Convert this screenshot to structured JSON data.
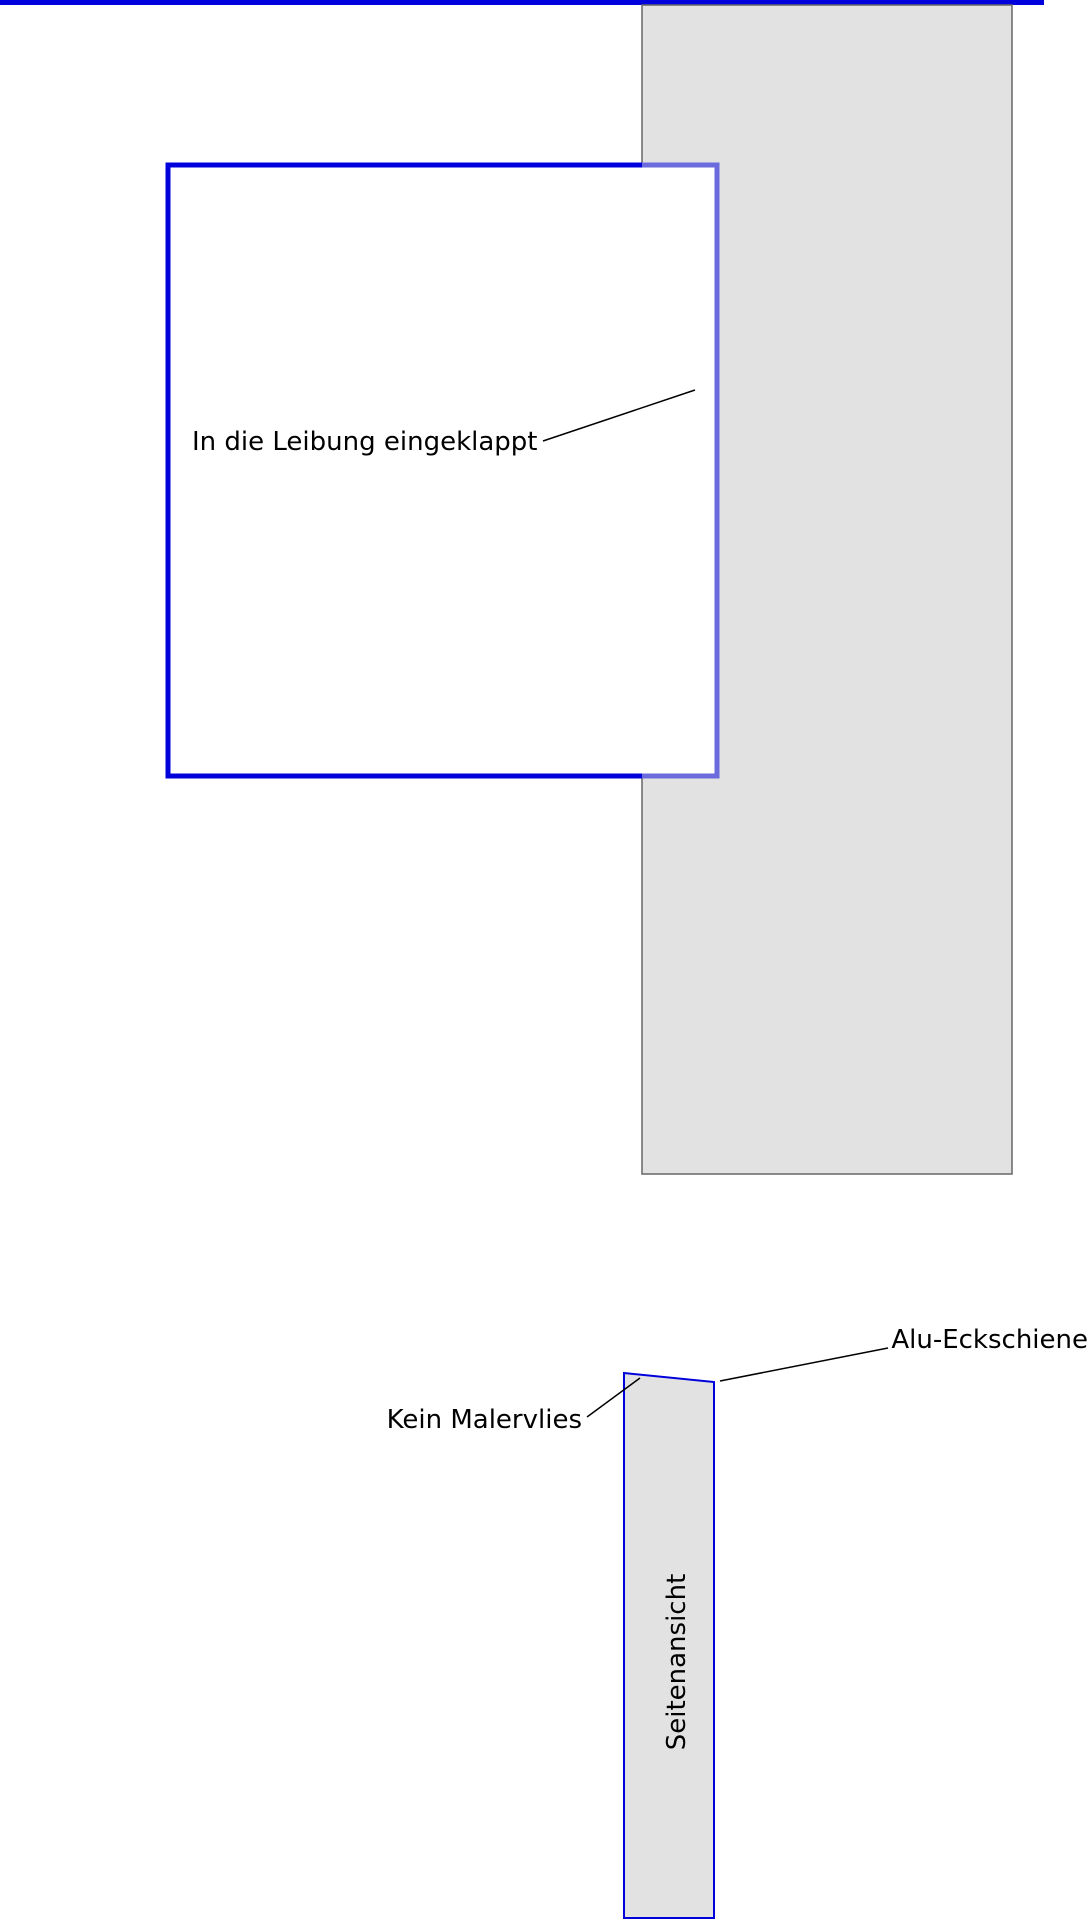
{
  "labels": {
    "folded_in_reveal": "In die Leibung eingeklappt",
    "no_painter_fleece": "Kein Malervlies",
    "alu_corner_rail": "Alu-Eckschiene",
    "side_view": "Seitenansicht"
  },
  "colors": {
    "outline_blue": "#0000dd",
    "light_blue": "#6b6bdd",
    "wall_grey": "#e2e2e2",
    "wall_border": "#666666",
    "leader_line": "#000000",
    "text": "#000000"
  }
}
